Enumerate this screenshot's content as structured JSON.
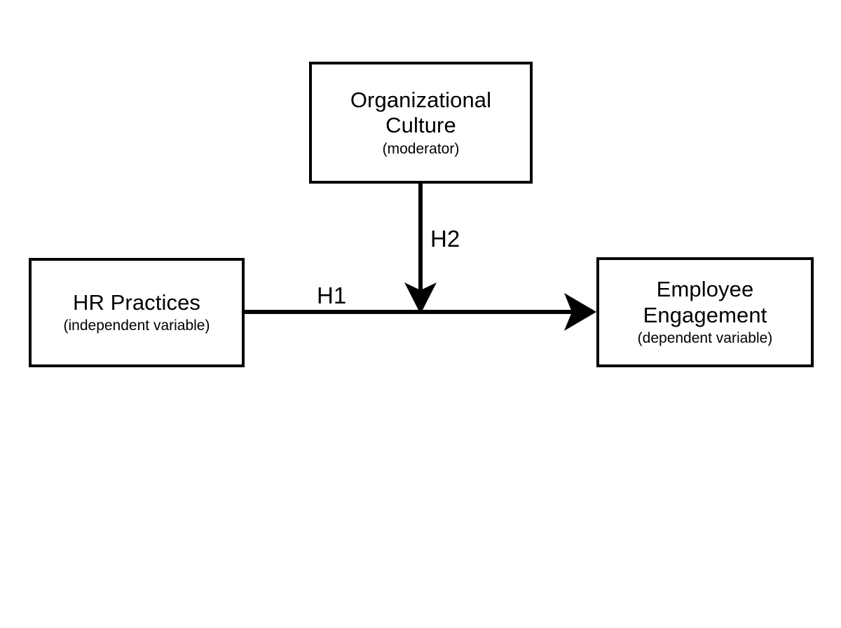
{
  "diagram": {
    "type": "moderation-model",
    "background_color": "#ffffff",
    "stroke_color": "#000000",
    "nodes": [
      {
        "id": "hr-practices",
        "title": "HR Practices",
        "subtitle": "(independent variable)",
        "role": "independent variable",
        "position": "left"
      },
      {
        "id": "organizational-culture",
        "title": "Organizational\nCulture",
        "subtitle": "(moderator)",
        "role": "moderator",
        "position": "top-center"
      },
      {
        "id": "employee-engagement",
        "title": "Employee\nEngagement",
        "subtitle": "(dependent variable)",
        "role": "dependent variable",
        "position": "right"
      }
    ],
    "edges": [
      {
        "id": "h1",
        "label": "H1",
        "from": "hr-practices",
        "to": "employee-engagement",
        "direction": "horizontal-right",
        "arrowhead": "barbed"
      },
      {
        "id": "h2",
        "label": "H2",
        "from": "organizational-culture",
        "to": "h1-path",
        "direction": "vertical-down",
        "arrowhead": "barbed"
      }
    ]
  }
}
